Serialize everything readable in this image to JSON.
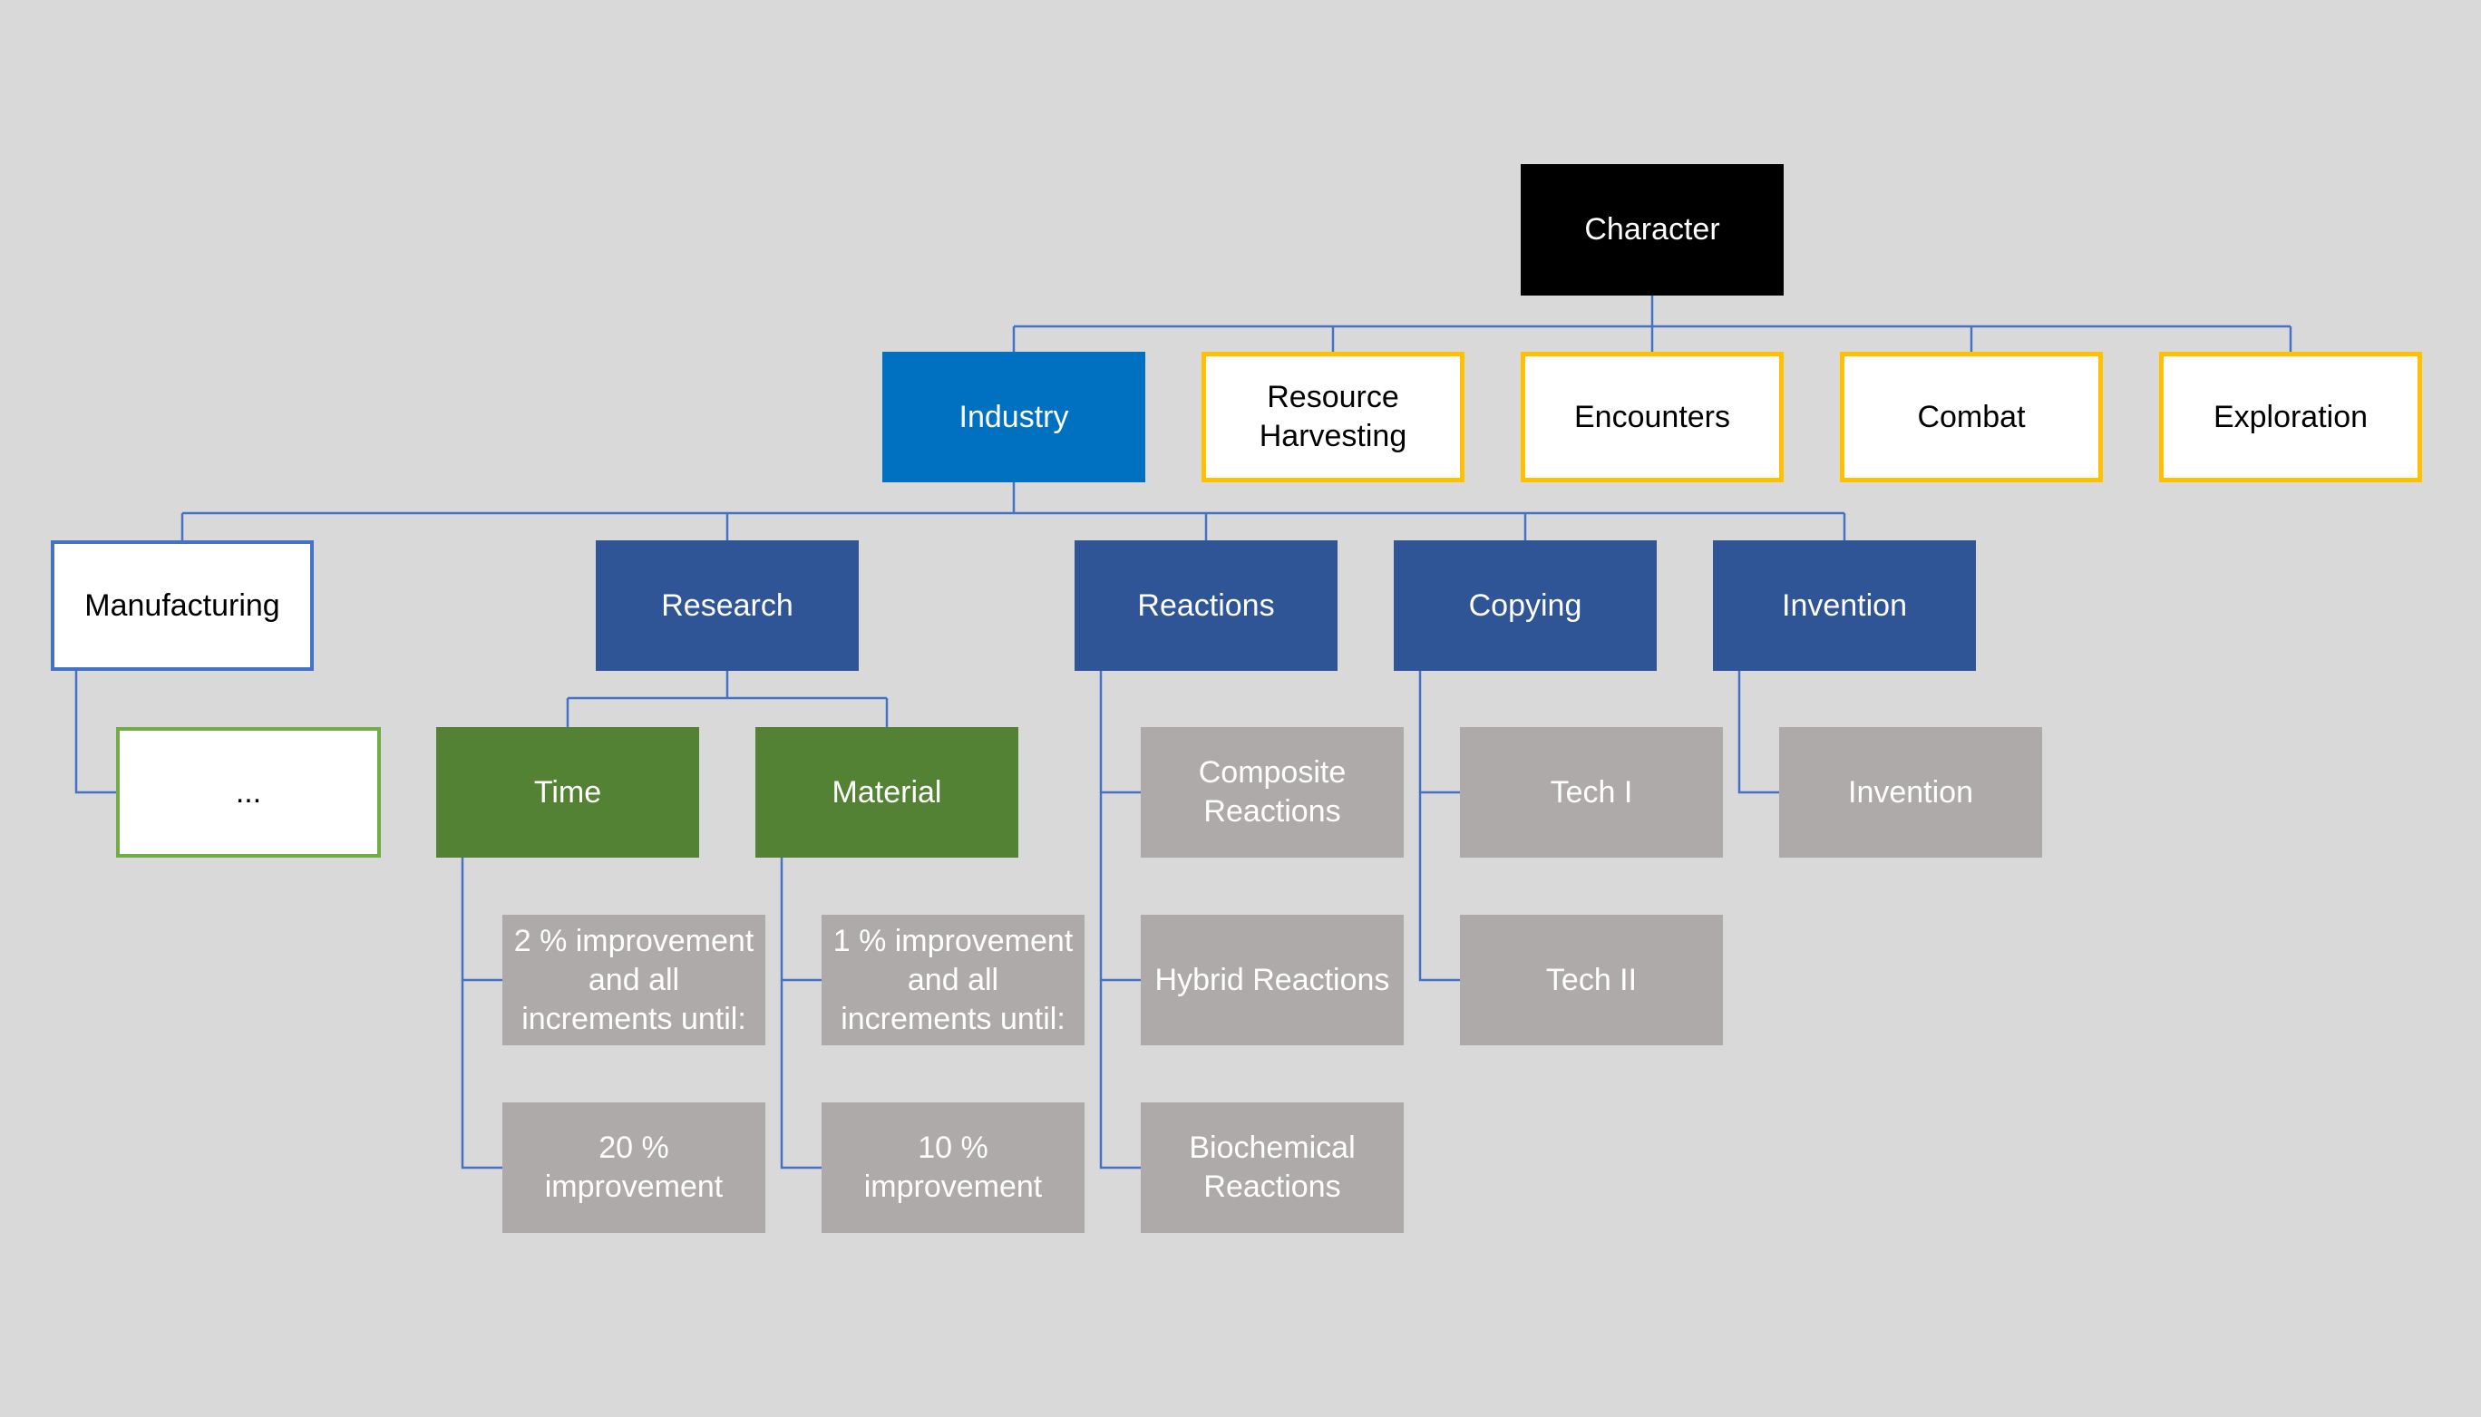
{
  "diagram": {
    "colors": {
      "background": "#d9d9d9",
      "connector": "#4472c4",
      "root": "#000000",
      "industry": "#0070c0",
      "industry_child": "#2f5597",
      "research_child": "#548235",
      "leaf": "#aeaaaa",
      "category_border": "#ffc000",
      "manufacturing_border": "#4472c4",
      "placeholder_border": "#70ad47"
    },
    "nodes": {
      "character": "Character",
      "industry": "Industry",
      "resource_harvesting": "Resource\nHarvesting",
      "encounters": "Encounters",
      "combat": "Combat",
      "exploration": "Exploration",
      "manufacturing": "Manufacturing",
      "manufacturing_more": "...",
      "research": "Research",
      "reactions": "Reactions",
      "copying": "Copying",
      "invention": "Invention",
      "time": "Time",
      "material": "Material",
      "time_step": "2 % improvement\nand all\nincrements until:",
      "time_max": "20 %\nimprovement",
      "material_step": "1 % improvement\nand all\nincrements until:",
      "material_max": "10 %\nimprovement",
      "composite_reactions": "Composite\nReactions",
      "hybrid_reactions": "Hybrid Reactions",
      "biochemical_reactions": "Biochemical\nReactions",
      "tech_1": "Tech I",
      "tech_2": "Tech II",
      "invention_leaf": "Invention"
    }
  }
}
